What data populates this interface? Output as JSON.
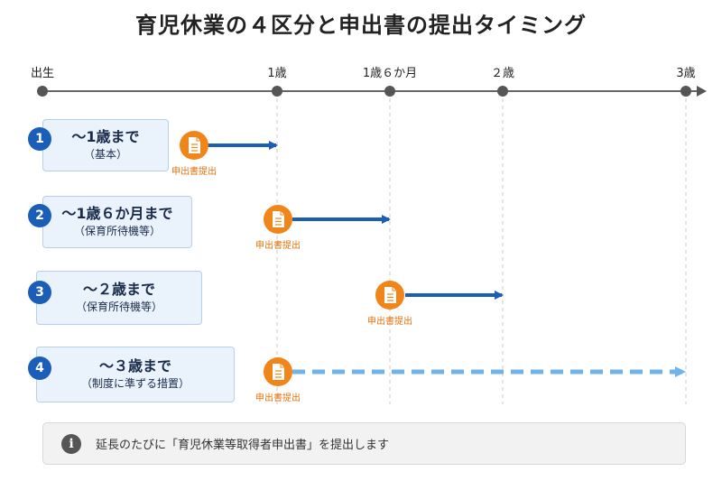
{
  "title": "育児休業の４区分と申出書の提出タイミング",
  "timeline": {
    "ticks": [
      {
        "label": "出生"
      },
      {
        "label": "1歳"
      },
      {
        "label": "1歳６か月"
      },
      {
        "label": "２歳"
      },
      {
        "label": "3歳"
      }
    ]
  },
  "rows": [
    {
      "number": "1",
      "line1": "〜1歳まで",
      "line2": "（基本）",
      "submit_label": "申出書提出"
    },
    {
      "number": "2",
      "line1": "〜1歳６か月まで",
      "line2": "（保育所待機等）",
      "submit_label": "申出書提出"
    },
    {
      "number": "3",
      "line1": "〜２歳まで",
      "line2": "（保育所待機等）",
      "submit_label": "申出書提出"
    },
    {
      "number": "4",
      "line1": "〜３歳まで",
      "line2": "（制度に準ずる措置）",
      "submit_label": "申出書提出"
    }
  ],
  "info": {
    "icon": "info-icon",
    "text": "延長のたびに「育児休業等取得者申出書」を提出します"
  },
  "colors": {
    "primary_blue": "#1a5eb8",
    "dashed_blue": "#6fb3e8",
    "orange": "#f0851a",
    "box_bg": "#eaf2fc",
    "timeline_gray": "#666666"
  }
}
